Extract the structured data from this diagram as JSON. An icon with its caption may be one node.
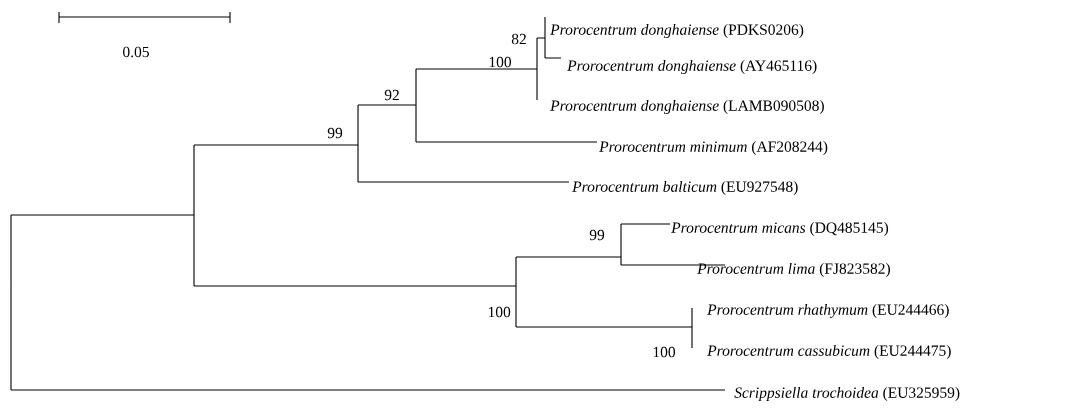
{
  "diagram": {
    "labels": [
      "0.05",
      "82",
      "*Prorocentrum donghaiense* (PDKS0206)",
      "100",
      "*Prorocentrum donghaiense* (AY465116)",
      "*Prorocentrum donghaiense* (LAMB090508)",
      "92",
      "99",
      "*Prorocentrum minimum* (AF208244)",
      "*Prorocentrum balticum* (EU927548)",
      "99",
      "*Prorocentrum micans* (DQ485145)",
      "*Prorocentrum lima* (FJ823582)",
      "100",
      "*Prorocentrum rhathymum* (EU244466)",
      "100",
      "*Prorocentrum cassubicum* (EU244475)",
      "*Scrippsiella trochoidea* (EU325959)"
    ]
  }
}
